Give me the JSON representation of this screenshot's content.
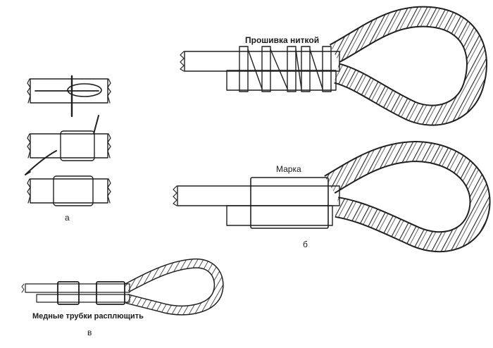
{
  "labels": {
    "stitching": "Прошивка ниткой",
    "marka": "Марка",
    "copper_tubes": "Медные трубки расплющить",
    "fig_a": "а",
    "fig_b": "б",
    "fig_v": "в"
  }
}
